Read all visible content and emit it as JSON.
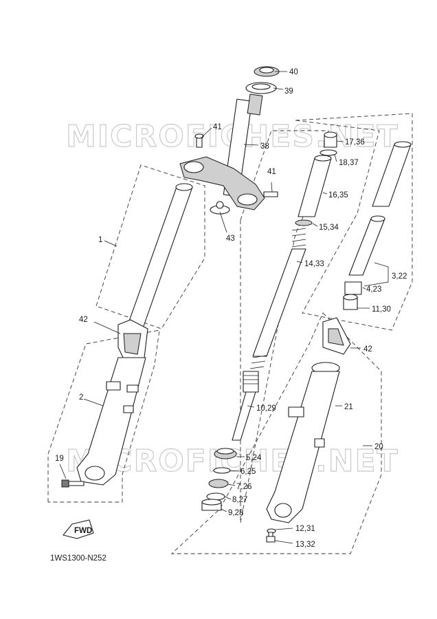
{
  "watermark": "MICROFICHES.NET",
  "diagram_code": "1WS1300-N252",
  "fwd_label": "FWD",
  "labels": [
    {
      "id": "40",
      "text": "40"
    },
    {
      "id": "39",
      "text": "39"
    },
    {
      "id": "41a",
      "text": "41"
    },
    {
      "id": "38",
      "text": "38"
    },
    {
      "id": "41b",
      "text": "41"
    },
    {
      "id": "43",
      "text": "43"
    },
    {
      "id": "17",
      "text": "17,36"
    },
    {
      "id": "18",
      "text": "18,37"
    },
    {
      "id": "16",
      "text": "16,35"
    },
    {
      "id": "15",
      "text": "15,34"
    },
    {
      "id": "14",
      "text": "14,33"
    },
    {
      "id": "3",
      "text": "3,22"
    },
    {
      "id": "4",
      "text": "4,23"
    },
    {
      "id": "11",
      "text": "11,30"
    },
    {
      "id": "1",
      "text": "1"
    },
    {
      "id": "42a",
      "text": "42"
    },
    {
      "id": "42b",
      "text": "42"
    },
    {
      "id": "2",
      "text": "2"
    },
    {
      "id": "21",
      "text": "21"
    },
    {
      "id": "10",
      "text": "10,29"
    },
    {
      "id": "20",
      "text": "20"
    },
    {
      "id": "19",
      "text": "19"
    },
    {
      "id": "5",
      "text": "5,24"
    },
    {
      "id": "6",
      "text": "6,25"
    },
    {
      "id": "7",
      "text": "7,26"
    },
    {
      "id": "8",
      "text": "8,27"
    },
    {
      "id": "9",
      "text": "9,28"
    },
    {
      "id": "12",
      "text": "12,31"
    },
    {
      "id": "13",
      "text": "13,32"
    }
  ]
}
